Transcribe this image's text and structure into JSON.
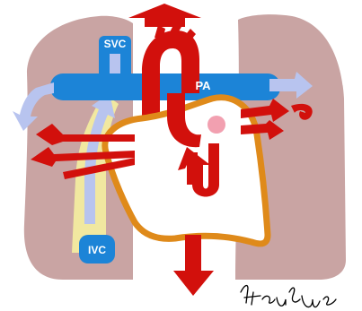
{
  "labels": {
    "svc": "SVC",
    "pa": "PA",
    "ivc": "IVC"
  },
  "signature": "Haughn",
  "colors": {
    "lung": "#c9a4a3",
    "vein_blue": "#1c84d7",
    "lavender_flow": "#b8c4ef",
    "artery_red": "#d2100c",
    "heart_outline": "#df8a1a",
    "heart_fill": "#ffffff",
    "ivc_yellow": "#f1e8a0",
    "pink_spot": "#f2a0b0"
  },
  "icons": [
    "arrow-up-icon",
    "arrow-down-icon",
    "signature-icon"
  ]
}
